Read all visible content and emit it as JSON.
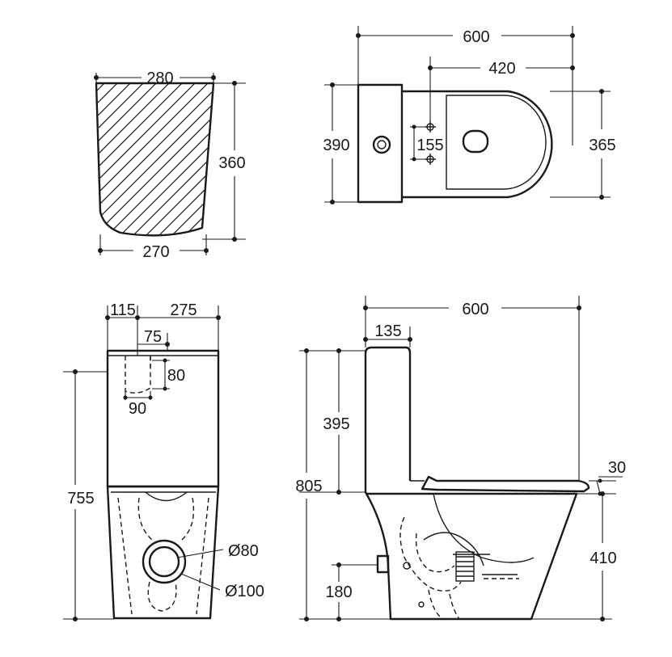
{
  "dimensions": {
    "tank_section_top": "280",
    "tank_section_bottom": "270",
    "tank_section_height": "360",
    "plan_length": "600",
    "plan_mounting_distance": "420",
    "plan_tank_width": "390",
    "plan_hole_spacing": "155",
    "plan_bowl_width": "365",
    "front_left_offset": "115",
    "front_width": "275",
    "front_inlet_offset": "75",
    "front_inlet_height": "80",
    "front_inlet_width": "90",
    "front_height": "755",
    "outlet_inner_diameter": "Ø80",
    "outlet_outer_diameter": "Ø100",
    "side_length": "600",
    "side_tank_depth": "135",
    "side_tank_height": "395",
    "side_total_height": "805",
    "side_seat_thickness": "30",
    "side_seat_height": "410",
    "side_outlet_height": "180"
  },
  "colors": {
    "line": "#1a1a1a",
    "background": "#ffffff"
  }
}
